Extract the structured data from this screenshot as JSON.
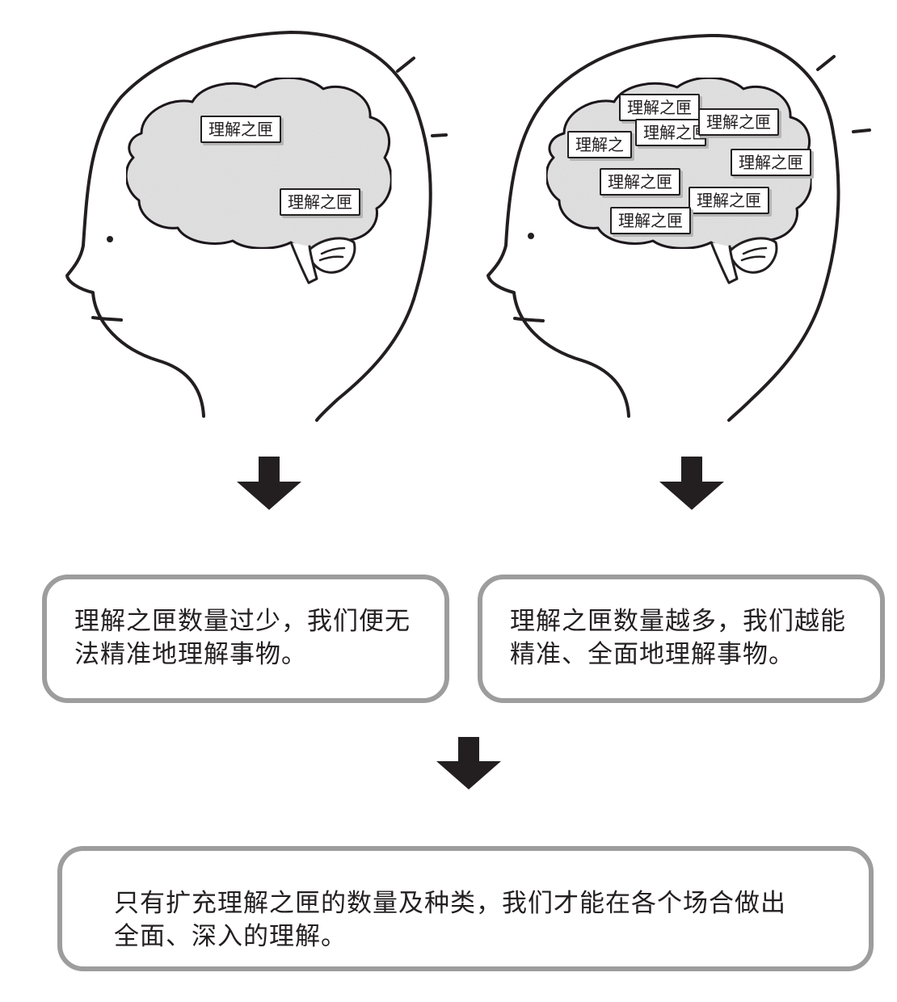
{
  "left_head": {
    "tags": [
      "理解之匣",
      "理解之匣"
    ]
  },
  "right_head": {
    "tags": [
      "理解之匣",
      "理解之匣",
      "理解之匣",
      "理解之",
      "理解之匣",
      "理解之匣",
      "理解之匣",
      "理解之匣"
    ]
  },
  "box_left": {
    "text": "理解之匣数量过少，我们便无法精准地理解事物。"
  },
  "box_right": {
    "text": "理解之匣数量越多，我们越能精准、全面地理解事物。"
  },
  "box_bottom": {
    "text": "只有扩充理解之匣的数量及种类，我们才能在各个场合做出全面、深入的理解。"
  },
  "colors": {
    "line": "#231f20",
    "brain_fill": "#e4e4e4",
    "box_border": "#9d9d9d",
    "tag_shadow": "#b5b5b5"
  }
}
